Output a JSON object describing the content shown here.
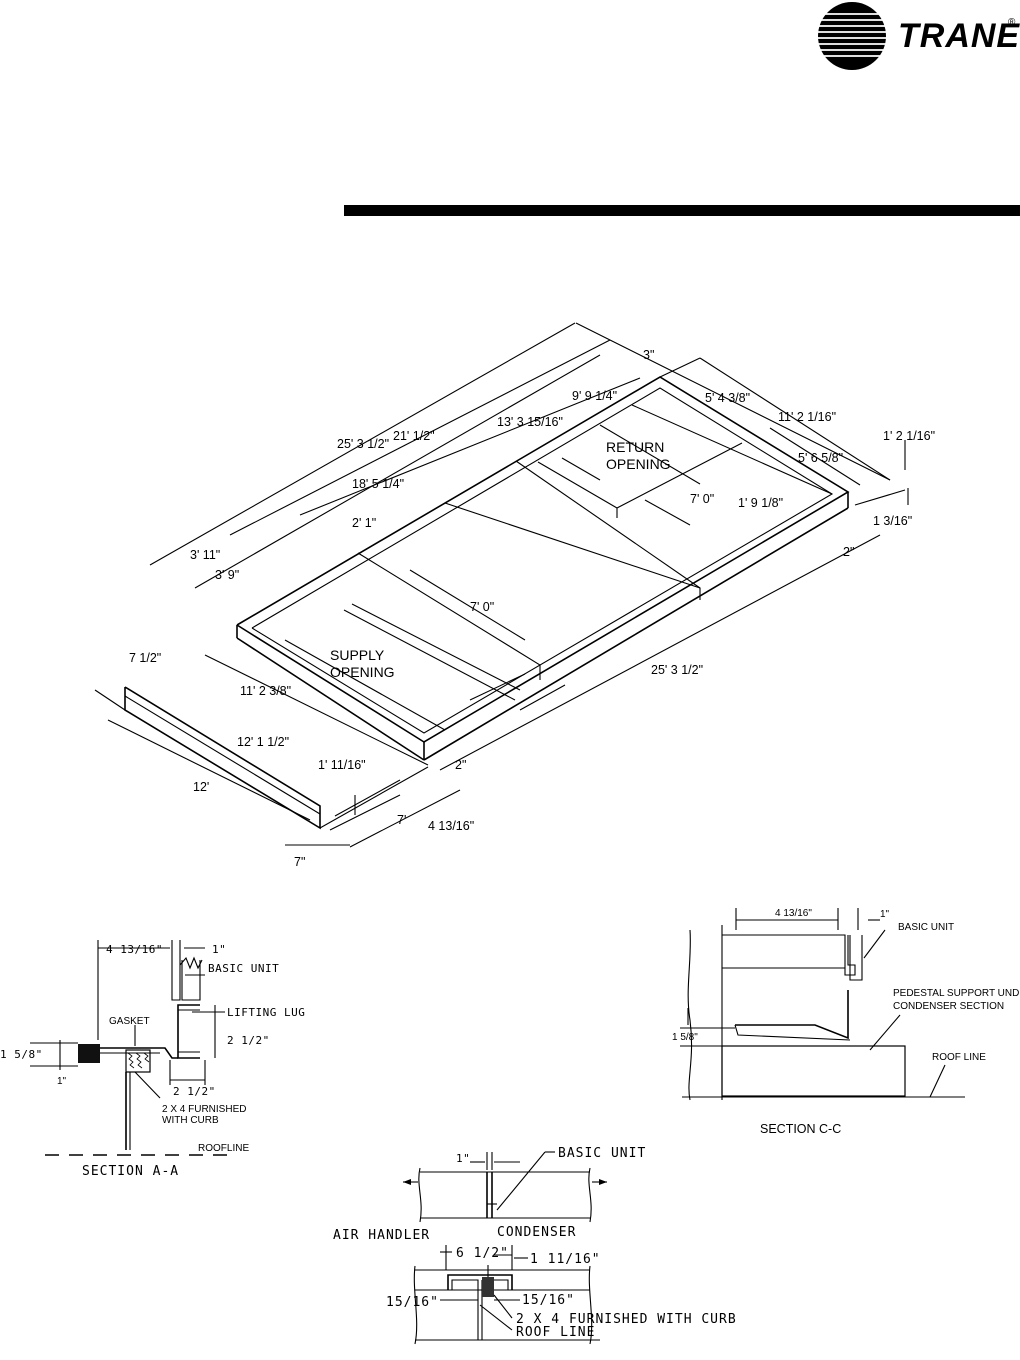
{
  "logo": {
    "brand": "TRANE",
    "registered": "®"
  },
  "curb_drawing": {
    "dimensions": [
      "3\"",
      "9' 9 1/4\"",
      "5' 4 3/8\"",
      "13' 3 15/16\"",
      "11' 2 1/16\"",
      "1' 2 1/16\"",
      "25' 3 1/2\"",
      "21' 1/2\"",
      "18' 5 1/4\"",
      "5' 6 5/8\"",
      "7' 0\"",
      "1' 9 1/8\"",
      "2' 1\"",
      "1 3/16\"",
      "2\"",
      "3' 11\"",
      "3' 9\"",
      "7' 0\"",
      "7 1/2\"",
      "11' 2 3/8\"",
      "25' 3 1/2\"",
      "12' 1 1/2\"",
      "1' 11/16\"",
      "2\"",
      "12'",
      "7'",
      "4 13/16\"",
      "7\""
    ],
    "openings": {
      "return_line1": "RETURN",
      "return_line2": "OPENING",
      "supply_line1": "SUPPLY",
      "supply_line2": "OPENING"
    }
  },
  "section_a": {
    "title": "SECTION A-A",
    "dim_4_13_16": "4 13/16\"",
    "dim_1": "1\"",
    "basic_unit": "BASIC UNIT",
    "lifting_lug": "LIFTING LUG",
    "gasket": "GASKET",
    "dim_1_5_8": "1 5/8\"",
    "dim_2_1_2_v": "2 1/2\"",
    "dim_1_lower": "1\"",
    "dim_2_1_2_h": "2 1/2\"",
    "furnished_line1": "2 X 4 FURNISHED",
    "furnished_line2": "WITH CURB",
    "roofline": "ROOFLINE"
  },
  "section_c": {
    "title": "SECTION C-C",
    "dim_4_13_16": "4 13/16\"",
    "dim_1": "1\"",
    "basic_unit": "BASIC UNIT",
    "pedestal_line1": "PEDESTAL SUPPORT UNDER",
    "pedestal_line2": "CONDENSER SECTION",
    "dim_1_5_8": "1 5/8\"",
    "roof_line": "ROOF LINE"
  },
  "section_mid": {
    "dim_1": "1\"",
    "basic_unit": "BASIC UNIT",
    "air_handler": "AIR HANDLER",
    "condenser": "CONDENSER",
    "dim_6_1_2": "6 1/2\"",
    "dim_1_11_16": "1 11/16\"",
    "dim_15_16_left": "15/16\"",
    "dim_15_16_right": "15/16\"",
    "furnished": "2 X 4 FURNISHED WITH CURB",
    "roof_line": "ROOF LINE"
  }
}
